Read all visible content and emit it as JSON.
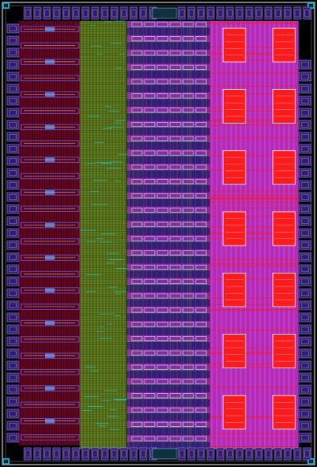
{
  "image": {
    "description_visible_text": "",
    "palette": {
      "background": "#000000",
      "pad_ring": "#7a7a7a",
      "io_pad": "#1e1e8c",
      "io_pad_accent": "#ff6600",
      "left_block_fill": "#3b0015",
      "left_block_stripe": "#ff1744",
      "left_row_box": "#5a4ad8",
      "left_row_trace": "#ffcc66",
      "mid_routing_green": "#40c040",
      "mid_routing_yellow": "#d8d840",
      "mid_routing_orange": "#ff8a00",
      "mid_routing_cyan": "#00e5ff",
      "cell_row_magenta": "#e040fb",
      "cell_row_blue": "#6a3dff",
      "cell_row_box": "#c8b8ff",
      "right_block_red": "#ff1a1a",
      "right_block_magenta": "#d63cff",
      "right_block_purple": "#8a3cff",
      "right_macro_outline": "#ffffff",
      "corner_marker": "#00d0ff"
    },
    "structure": {
      "left_block_rows": 26,
      "cell_rows": 30,
      "right_macros_per_column": 7,
      "right_macro_columns": 2
    }
  }
}
